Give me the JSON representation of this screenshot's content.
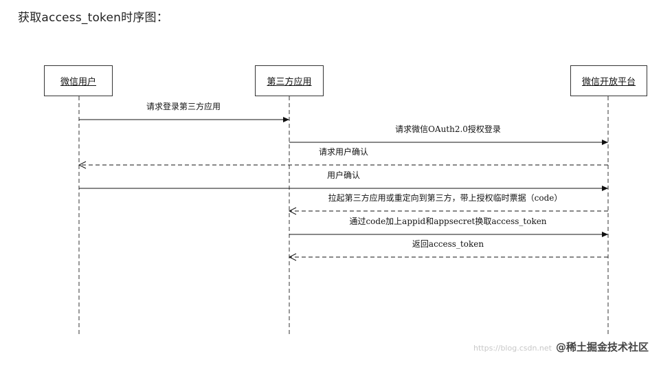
{
  "heading": "获取access_token时序图：",
  "actors": [
    {
      "id": "user",
      "label": "微信用户"
    },
    {
      "id": "app",
      "label": "第三方应用"
    },
    {
      "id": "platform",
      "label": "微信开放平台"
    }
  ],
  "messages": [
    {
      "from": "user",
      "to": "app",
      "style": "solid",
      "label": "请求登录第三方应用"
    },
    {
      "from": "app",
      "to": "platform",
      "style": "solid",
      "label": "请求微信OAuth2.0授权登录"
    },
    {
      "from": "platform",
      "to": "user",
      "style": "dashed",
      "label": "请求用户确认"
    },
    {
      "from": "user",
      "to": "platform",
      "style": "solid",
      "label": "用户确认"
    },
    {
      "from": "platform",
      "to": "app",
      "style": "dashed",
      "label": "拉起第三方应用或重定向到第三方，带上授权临时票据（code）"
    },
    {
      "from": "app",
      "to": "platform",
      "style": "solid",
      "label": "通过code加上appid和appsecret换取access_token"
    },
    {
      "from": "platform",
      "to": "app",
      "style": "dashed",
      "label": "返回access_token"
    }
  ],
  "watermark": {
    "url": "https://blog.csdn.net",
    "brand": "@稀土掘金技术社区"
  }
}
